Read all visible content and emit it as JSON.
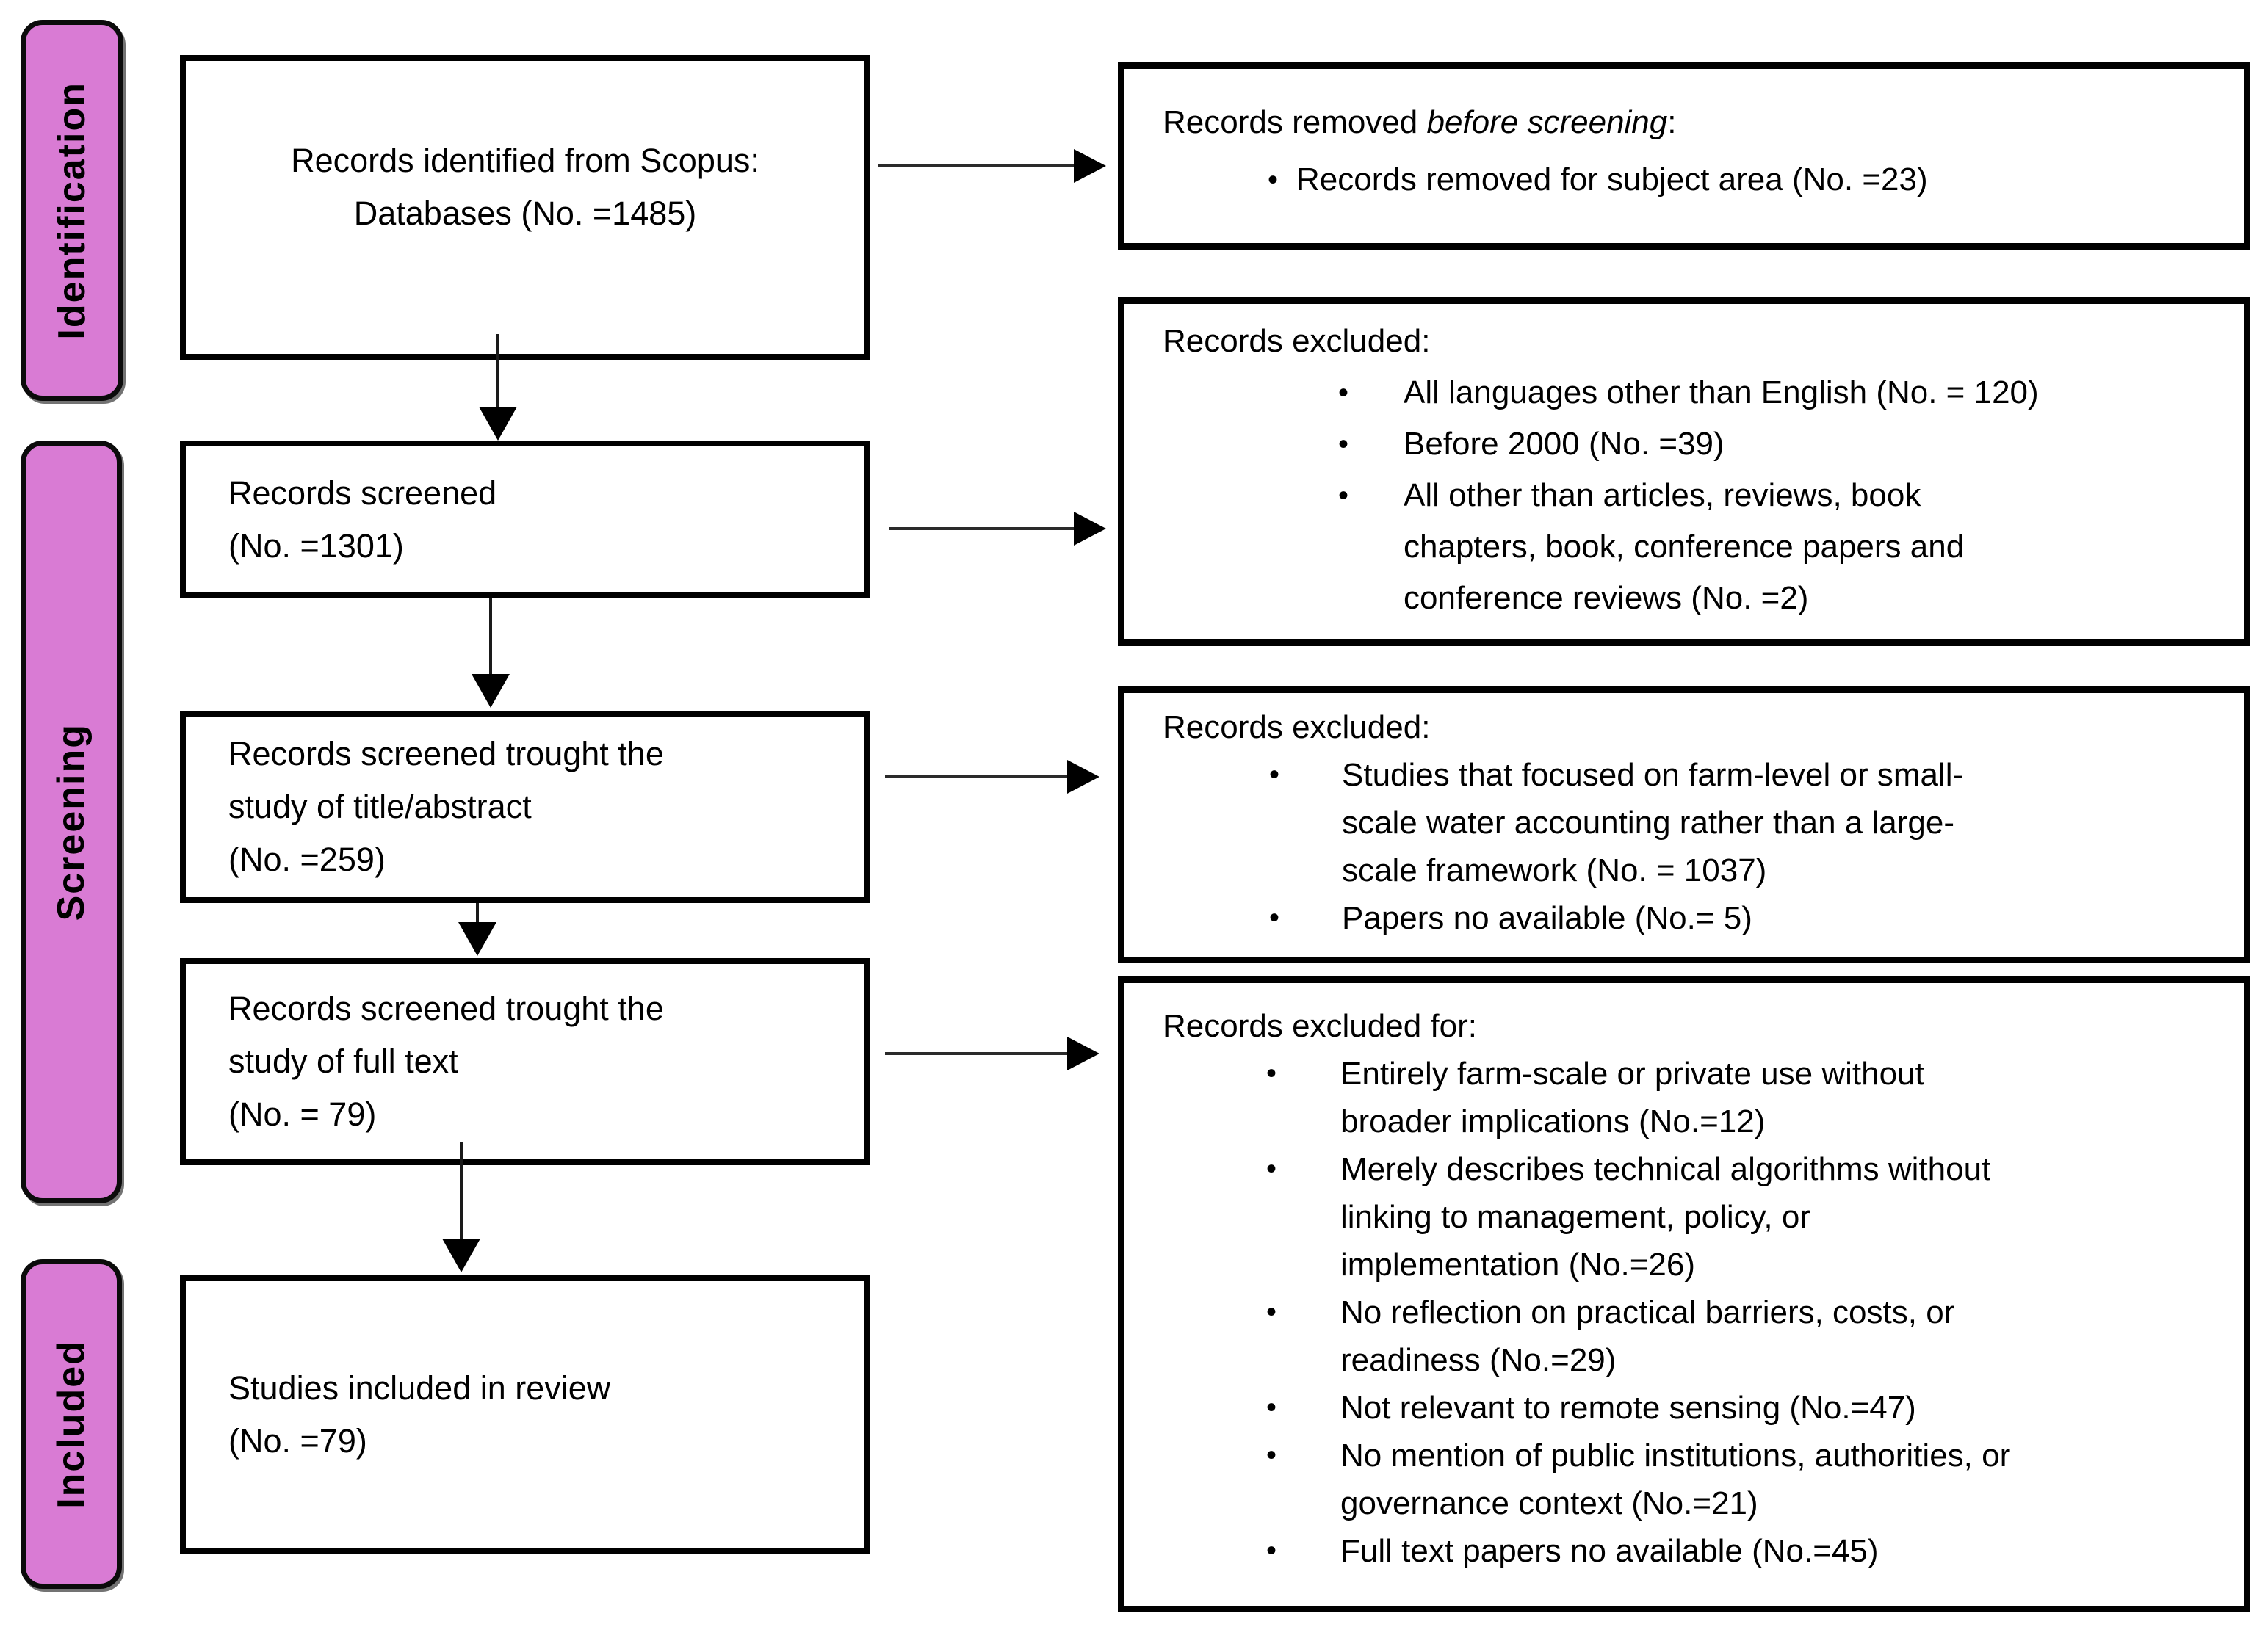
{
  "diagram": {
    "type": "prisma-flow-diagram",
    "colors": {
      "stage_label_fill": "#d97bd4",
      "box_border": "#000000",
      "background": "#ffffff"
    },
    "bullet_glyph": "•",
    "stage_labels": [
      {
        "label": "Identification"
      },
      {
        "label": "Screening"
      },
      {
        "label": "Included"
      }
    ],
    "flow_boxes": [
      {
        "text": "Records identified from Scopus:\nDatabases (No. =1485)"
      },
      {
        "text": "Records screened\n(No. =1301)"
      },
      {
        "text": "Records screened trought the\nstudy of title/abstract\n(No. =259)"
      },
      {
        "text": "Records screened trought the\nstudy of full text\n(No. = 79)"
      },
      {
        "text": "Studies included in review\n(No. =79)"
      }
    ],
    "exclusion_boxes": [
      {
        "header_prefix": "Records removed ",
        "header_italic": "before screening",
        "header_suffix": ":",
        "bullets": [
          "Records removed for subject area (No. =23)"
        ]
      },
      {
        "header": "Records excluded:",
        "bullets": [
          "All languages other than English (No. = 120)",
          "Before 2000 (No. =39)",
          "All other than articles, reviews, book\nchapters, book, conference papers and\nconference reviews (No. =2)"
        ]
      },
      {
        "header": "Records excluded:",
        "bullets": [
          "Studies that focused on farm-level or small-\nscale water accounting rather than a large-\nscale framework (No. = 1037)",
          "Papers no available (No.= 5)"
        ]
      },
      {
        "header": "Records excluded for:",
        "bullets": [
          "Entirely farm-scale or private use without\nbroader implications (No.=12)",
          "Merely describes technical algorithms without\nlinking to management, policy, or\nimplementation (No.=26)",
          "No reflection on practical barriers, costs, or\nreadiness (No.=29)",
          "Not relevant to remote sensing (No.=47)",
          "No mention of public institutions, authorities, or\ngovernance context (No.=21)",
          "Full text papers no available (No.=45)"
        ]
      }
    ]
  }
}
